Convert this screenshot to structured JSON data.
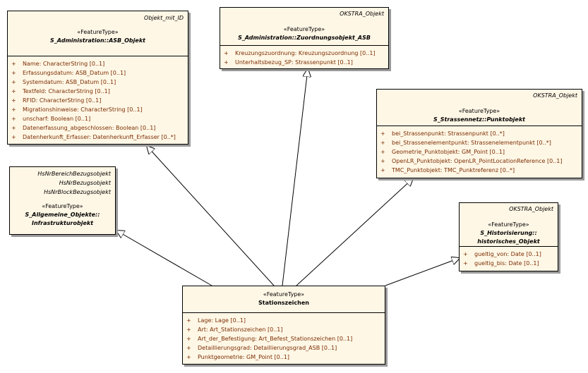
{
  "classes": {
    "asb_objekt": {
      "tags": [
        "Objekt_mit_ID"
      ],
      "stereotype": "«FeatureType»",
      "name": "S_Administration::ASB_Objekt",
      "attributes": [
        {
          "vis": "+",
          "text": "Name: CharacterString [0..1]"
        },
        {
          "vis": "+",
          "text": "Erfassungsdatum: ASB_Datum [0..1]"
        },
        {
          "vis": "+",
          "text": "Systemdatum: ASB_Datum [0..1]"
        },
        {
          "vis": "+",
          "text": "Textfeld: CharacterString [0..1]"
        },
        {
          "vis": "+",
          "text": "RFID: CharacterString [0..1]"
        },
        {
          "vis": "+",
          "text": "Migrationshinweise: CharacterString [0..1]"
        },
        {
          "vis": "+",
          "text": "unscharf: Boolean [0..1]"
        },
        {
          "vis": "+",
          "text": "Datenerfassung_abgeschlossen: Boolean [0..1]"
        },
        {
          "vis": "+",
          "text": "Datenherkunft_Erfasser: Datenherkunft_Erfasser [0..*]"
        }
      ]
    },
    "zuordnungsobjekt": {
      "tags": [
        "OKSTRA_Objekt"
      ],
      "stereotype": "«FeatureType»",
      "name": "S_Administration::Zuordnungsobjekt_ASB",
      "attributes": [
        {
          "vis": "+",
          "text": "Kreuzungszuordnung: Kreuzungszuordnung [0..1]"
        },
        {
          "vis": "+",
          "text": "Unterhaltsbezug_SP: Strassenpunkt [0..1]"
        }
      ]
    },
    "punktobjekt": {
      "tags": [
        "OKSTRA_Objekt"
      ],
      "stereotype": "«FeatureType»",
      "name": "S_Strassennetz::Punktobjekt",
      "attributes": [
        {
          "vis": "+",
          "text": "bei_Strassenpunkt: Strassenpunkt [0..*]"
        },
        {
          "vis": "+",
          "text": "bei_Strassenelementpunkt: Strassenelementpunkt [0..*]"
        },
        {
          "vis": "+",
          "text": "Geometrie_Punktobjekt: GM_Point [0..1]"
        },
        {
          "vis": "+",
          "text": "OpenLR_Punktobjekt: OpenLR_PointLocationReference [0..1]"
        },
        {
          "vis": "+",
          "text": "TMC_Punktobjekt: TMC_Punktreferenz [0..*]"
        }
      ]
    },
    "infrastrukturobjekt": {
      "tags": [
        "HsNrBereichBezugsobjekt",
        "HsNrBezugsobjekt",
        "HsNrBlockBezugsobjekt"
      ],
      "stereotype": "«FeatureType»",
      "name_lines": [
        "S_Allgemeine_Objekte::",
        "Infrastrukturobjekt"
      ],
      "attributes": []
    },
    "historisches_objekt": {
      "tags": [
        "OKSTRA_Objekt"
      ],
      "stereotype": "«FeatureType»",
      "name_lines": [
        "S_Historisierung::",
        "historisches_Objekt"
      ],
      "attributes": [
        {
          "vis": "+",
          "text": "gueltig_von: Date [0..1]"
        },
        {
          "vis": "+",
          "text": "gueltig_bis: Date [0..1]"
        }
      ]
    },
    "stationszeichen": {
      "stereotype": "«FeatureType»",
      "name": "Stationszeichen",
      "attributes": [
        {
          "vis": "+",
          "text": "Lage: Lage [0..1]"
        },
        {
          "vis": "+",
          "text": "Art: Art_Stationszeichen [0..1]"
        },
        {
          "vis": "+",
          "text": "Art_der_Befestigung: Art_Befest_Stationszeichen [0..1]"
        },
        {
          "vis": "+",
          "text": "Detaillierungsgrad: Detaillierungsgrad_ASB [0..1]"
        },
        {
          "vis": "+",
          "text": "Punktgeometrie: GM_Point [0..1]"
        }
      ]
    }
  }
}
